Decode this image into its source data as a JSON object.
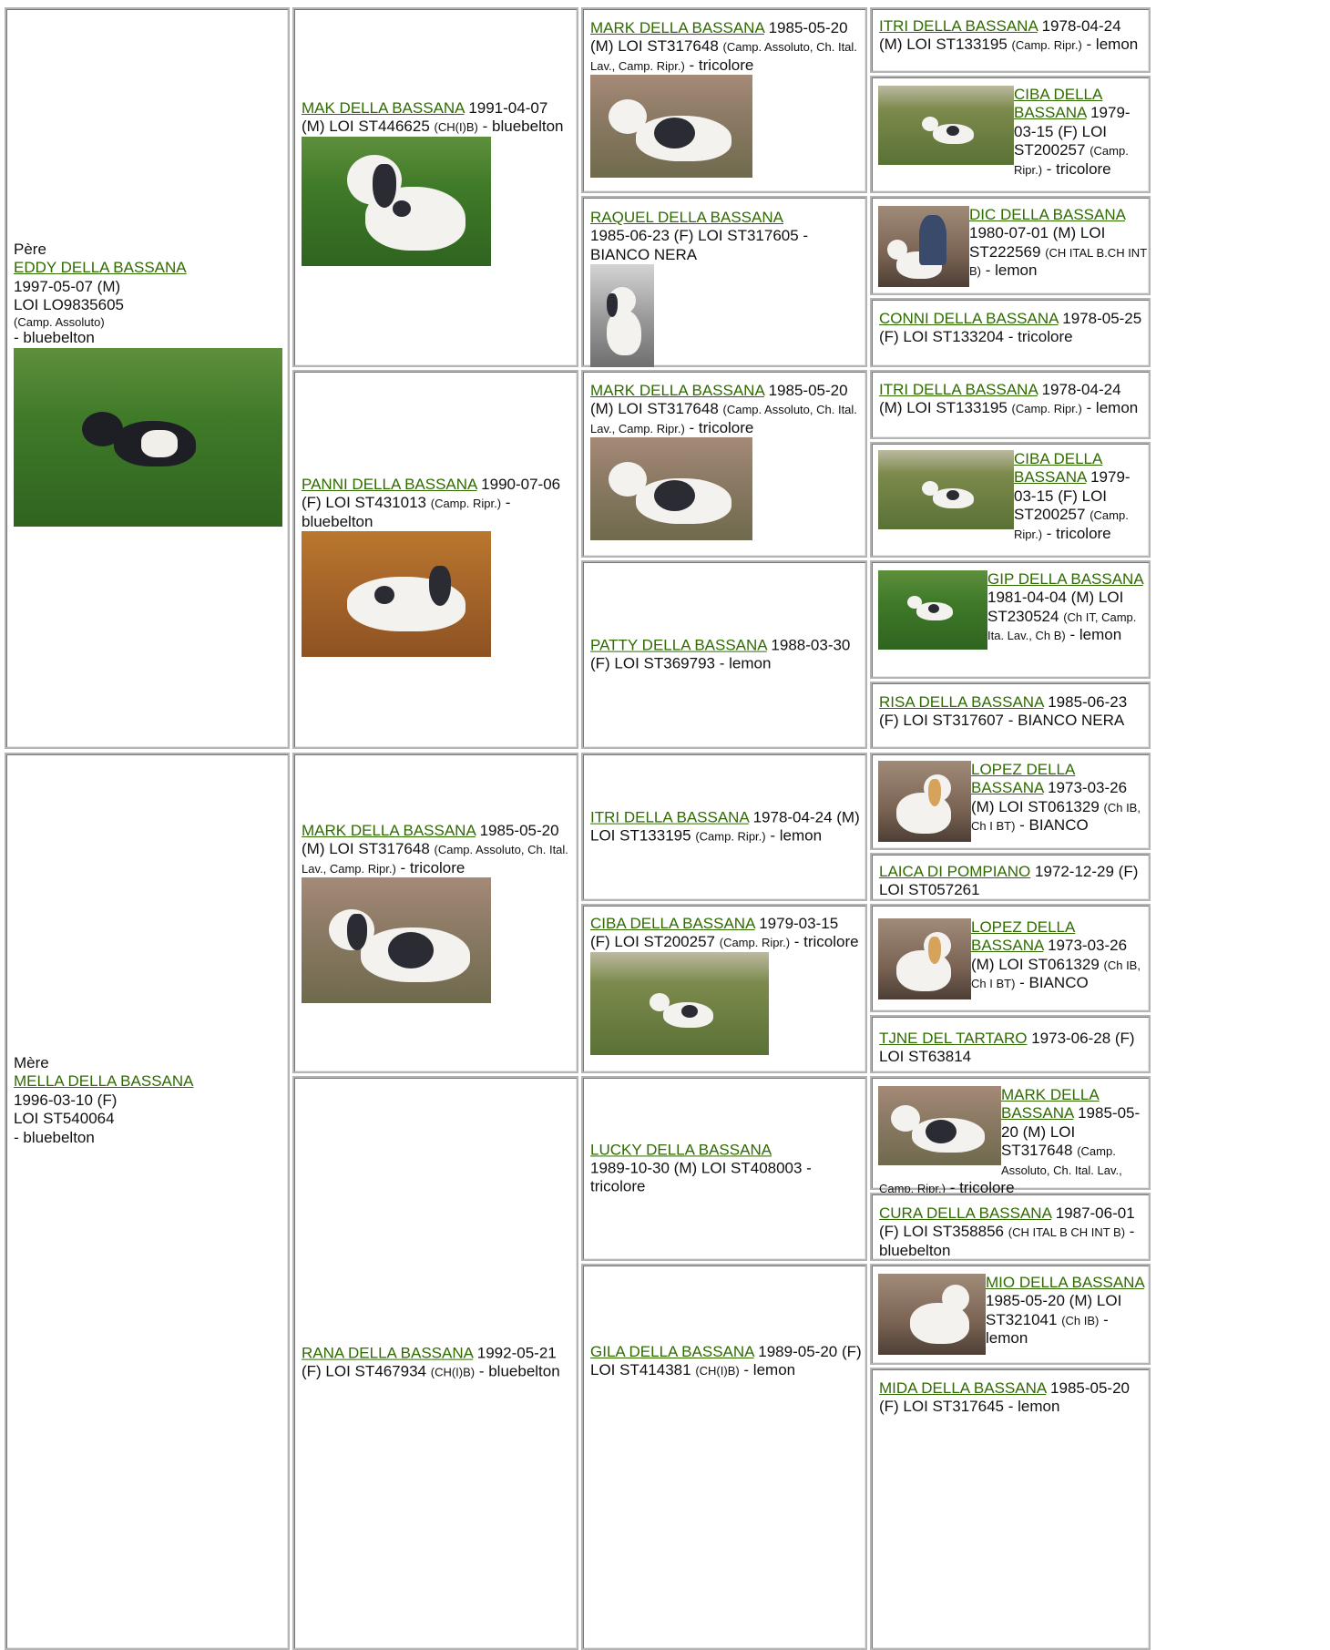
{
  "father": {
    "role": "Père",
    "link": "EDDY DELLA BASSANA",
    "line1": "1997-05-07 (M)",
    "line2": "LOI LO9835605",
    "titles": "(Camp. Assoluto)",
    "color": "- bluebelton"
  },
  "mother": {
    "role": "Mère",
    "link": "MELLA DELLA BASSANA",
    "line1": "1996-03-10 (F)",
    "line2": "LOI ST540064",
    "color": "- bluebelton"
  },
  "g2": {
    "mak": {
      "link": "MAK DELLA BASSANA",
      "t1": " 1991-04-07 (M) LOI ST446625 ",
      "titles": "(CH(I)B)",
      "t2": " - bluebelton"
    },
    "panni": {
      "link": "PANNI DELLA BASSANA",
      "t1": " 1990-07-06 (F) LOI ST431013 ",
      "titles": "(Camp. Ripr.)",
      "t2": " - bluebelton"
    },
    "mark": {
      "link": "MARK DELLA BASSANA",
      "t1": " 1985-05-20 (M) LOI ST317648 ",
      "titles": "(Camp. Assoluto, Ch. Ital. Lav., Camp. Ripr.)",
      "t2": " - tricolore"
    },
    "rana": {
      "link": "RANA DELLA BASSANA",
      "t1": " 1992-05-21 (F) LOI ST467934 ",
      "titles": "(CH(I)B)",
      "t2": " - bluebelton"
    }
  },
  "g3": {
    "mark1": {
      "link": "MARK DELLA BASSANA",
      "t1": " 1985-05-20 (M) LOI ST317648 ",
      "titles": "(Camp. Assoluto, Ch. Ital. Lav., Camp. Ripr.)",
      "t2": " - tricolore"
    },
    "raquel": {
      "link": "RAQUEL DELLA BASSANA",
      "t1": " 1985-06-23 (F) LOI ST317605 - BIANCO NERA"
    },
    "mark2": {
      "link": "MARK DELLA BASSANA",
      "t1": " 1985-05-20 (M) LOI ST317648 ",
      "titles": "(Camp. Assoluto, Ch. Ital. Lav., Camp. Ripr.)",
      "t2": " - tricolore"
    },
    "patty": {
      "link": "PATTY DELLA BASSANA",
      "t1": " 1988-03-30 (F) LOI ST369793 - lemon"
    },
    "itri": {
      "link": "ITRI DELLA BASSANA",
      "t1": " 1978-04-24 (M) LOI ST133195 ",
      "titles": "(Camp. Ripr.)",
      "t2": " - lemon"
    },
    "ciba": {
      "link": "CIBA DELLA BASSANA",
      "t1": " 1979-03-15 (F) LOI ST200257 ",
      "titles": "(Camp. Ripr.)",
      "t2": " - tricolore"
    },
    "lucky": {
      "link": "LUCKY DELLA BASSANA",
      "t1": " 1989-10-30 (M) LOI ST408003 - tricolore"
    },
    "gila": {
      "link": "GILA DELLA BASSANA",
      "t1": " 1989-05-20 (F) LOI ST414381 ",
      "titles": "(CH(I)B)",
      "t2": " - lemon"
    }
  },
  "g4": {
    "itri1": {
      "link": "ITRI DELLA BASSANA",
      "t1": " 1978-04-24 (M) LOI ST133195 ",
      "titles": "(Camp. Ripr.)",
      "t2": " - lemon"
    },
    "ciba1": {
      "link": "CIBA DELLA BASSANA",
      "t1": " 1979-03-15 (F) LOI ST200257 ",
      "titles": "(Camp. Ripr.)",
      "t2": " - tricolore"
    },
    "dic": {
      "link": "DIC DELLA BASSANA",
      "t1": " 1980-07-01 (M) LOI ST222569 ",
      "titles": "(CH ITAL B.CH INT B)",
      "t2": " - lemon"
    },
    "conni": {
      "link": "CONNI DELLA BASSANA",
      "t1": " 1978-05-25 (F) LOI ST133204 - tricolore"
    },
    "itri2": {
      "link": "ITRI DELLA BASSANA",
      "t1": " 1978-04-24 (M) LOI ST133195 ",
      "titles": "(Camp. Ripr.)",
      "t2": " - lemon"
    },
    "ciba2": {
      "link": "CIBA DELLA BASSANA",
      "t1": " 1979-03-15 (F) LOI ST200257 ",
      "titles": "(Camp. Ripr.)",
      "t2": " - tricolore"
    },
    "gip": {
      "link": "GIP DELLA BASSANA",
      "t1": " 1981-04-04 (M) LOI ST230524 ",
      "titles": "(Ch IT, Camp. Ita. Lav., Ch B)",
      "t2": " - lemon"
    },
    "risa": {
      "link": "RISA DELLA BASSANA",
      "t1": " 1985-06-23 (F) LOI ST317607 - BIANCO NERA"
    },
    "lopez1": {
      "link": "LOPEZ DELLA BASSANA",
      "t1": " 1973-03-26 (M) LOI ST061329 ",
      "titles": "(Ch IB, Ch I BT)",
      "t2": " - BIANCO"
    },
    "laica": {
      "link": "LAICA DI POMPIANO",
      "t1": " 1972-12-29 (F) LOI ST057261"
    },
    "lopez2": {
      "link": "LOPEZ DELLA BASSANA",
      "t1": " 1973-03-26 (M) LOI ST061329 ",
      "titles": "(Ch IB, Ch I BT)",
      "t2": " - BIANCO"
    },
    "tjne": {
      "link": "TJNE DEL TARTARO",
      "t1": " 1973-06-28 (F) LOI ST63814"
    },
    "mark": {
      "link": "MARK DELLA BASSANA",
      "t1": " 1985-05-20 (M) LOI ST317648 ",
      "titles": "(Camp. Assoluto, Ch. Ital. Lav., Camp. Ripr.)",
      "t2": " - tricolore"
    },
    "cura": {
      "link": "CURA DELLA BASSANA",
      "t1": " 1987-06-01 (F) LOI ST358856 ",
      "titles": "(CH ITAL B CH INT B)",
      "t2": " - bluebelton"
    },
    "mio": {
      "link": "MIO DELLA BASSANA",
      "t1": " 1985-05-20 (M) LOI ST321041 ",
      "titles": "(Ch IB)",
      "t2": " - lemon"
    },
    "mida": {
      "link": "MIDA DELLA BASSANA",
      "t1": " 1985-05-20 (F) LOI ST317645 - lemon"
    }
  }
}
